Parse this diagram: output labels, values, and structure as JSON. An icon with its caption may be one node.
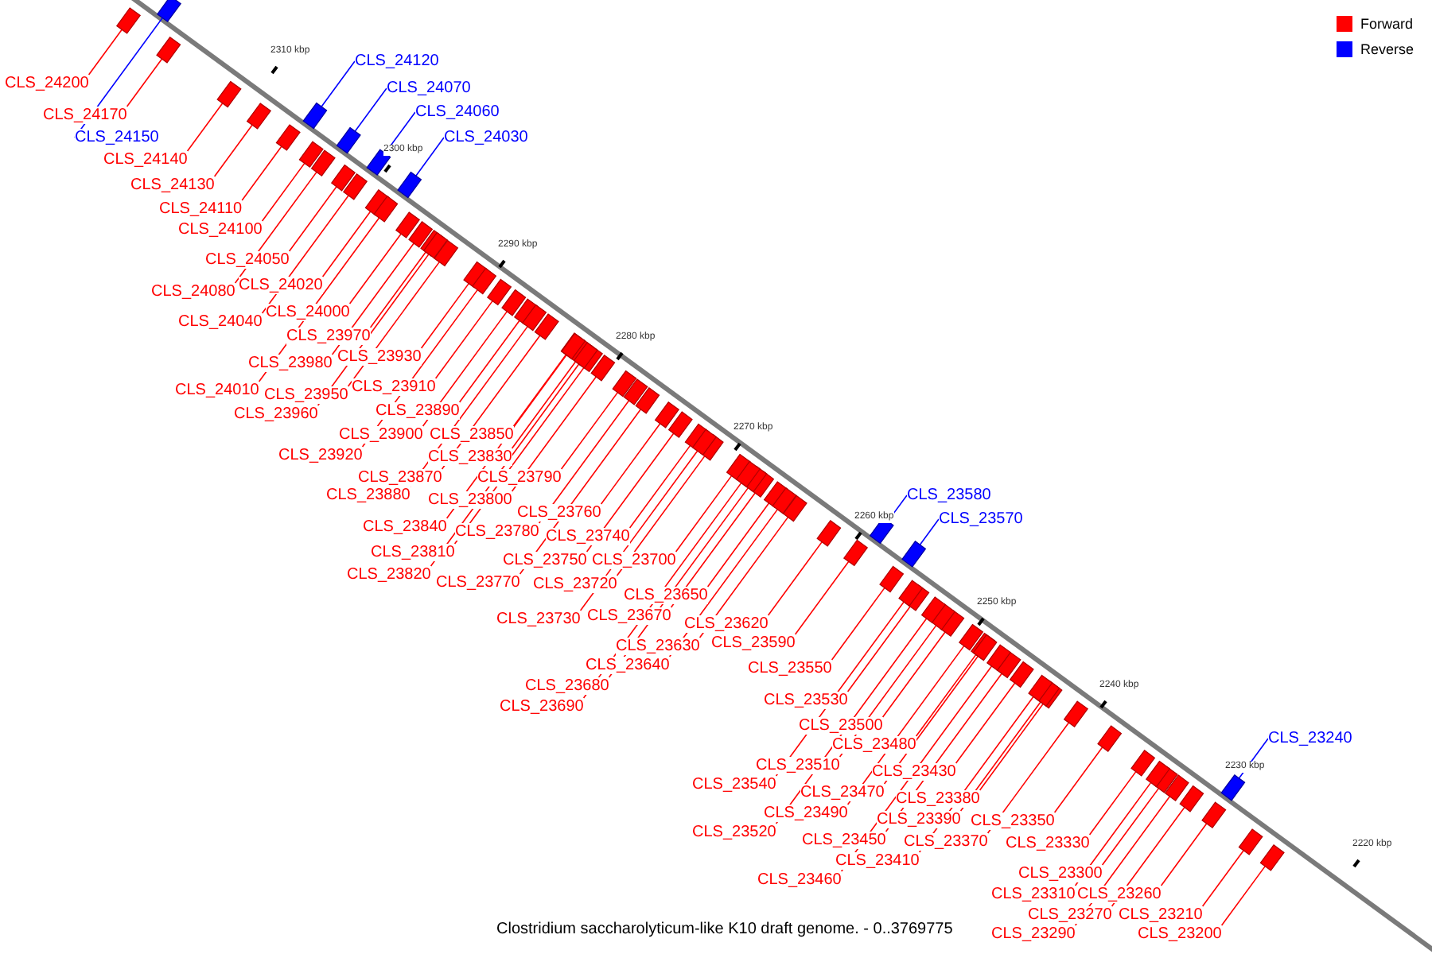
{
  "diagram": {
    "caption": "Clostridium saccharolyticum-like K10 draft genome. - 0..3769775",
    "nodes": [
      {
        "text": [
          "CLS_24120"
        ]
      },
      {
        "text": [
          "CLS_24200"
        ]
      },
      {
        "text": [
          "CLS_24070"
        ]
      },
      {
        "text": [
          "CLS_24060"
        ]
      },
      {
        "text": [
          "CLS_24170"
        ]
      },
      {
        "text": [
          "CLS_24150"
        ]
      },
      {
        "text": [
          "CLS_24030"
        ]
      },
      {
        "text": [
          "CLS_24140"
        ]
      },
      {
        "text": [
          "CLS_24130"
        ]
      },
      {
        "text": [
          "CLS_24110"
        ]
      },
      {
        "text": [
          "CLS_24100"
        ]
      },
      {
        "text": [
          "CLS_24050"
        ]
      },
      {
        "text": [
          "CLS_24020"
        ]
      },
      {
        "text": [
          "CLS_24080"
        ]
      },
      {
        "text": [
          "CLS_24000"
        ]
      },
      {
        "text": [
          "CLS_24040"
        ]
      },
      {
        "text": [
          "CLS_23970"
        ]
      },
      {
        "text": [
          "CLS_23930"
        ]
      },
      {
        "text": [
          "CLS_23980"
        ]
      },
      {
        "text": [
          "CLS_23910"
        ]
      },
      {
        "text": [
          "CLS_24010"
        ]
      },
      {
        "text": [
          "CLS_23950"
        ]
      },
      {
        "text": [
          "CLS_23890"
        ]
      },
      {
        "text": [
          "CLS_23960"
        ]
      },
      {
        "text": [
          "CLS_23900"
        ]
      },
      {
        "text": [
          "CLS_23850"
        ]
      },
      {
        "text": [
          "CLS_23920"
        ]
      },
      {
        "text": [
          "CLS_23830"
        ]
      },
      {
        "text": [
          "CLS_23870"
        ]
      },
      {
        "text": [
          "CLS_23790"
        ]
      },
      {
        "text": [
          "CLS_23880"
        ]
      },
      {
        "text": [
          "CLS_23580"
        ]
      },
      {
        "text": [
          "CLS_23800"
        ]
      },
      {
        "text": [
          "CLS_23760"
        ]
      },
      {
        "text": [
          "CLS_23570"
        ]
      },
      {
        "text": [
          "CLS_23840"
        ]
      },
      {
        "text": [
          "CLS_23780"
        ]
      },
      {
        "text": [
          "CLS_23740"
        ]
      },
      {
        "text": [
          "CLS_23810"
        ]
      },
      {
        "text": [
          "CLS_23750"
        ]
      },
      {
        "text": [
          "CLS_23700"
        ]
      },
      {
        "text": [
          "CLS_23820"
        ]
      },
      {
        "text": [
          "CLS_23770"
        ]
      },
      {
        "text": [
          "CLS_23720"
        ]
      },
      {
        "text": [
          "CLS_23650"
        ]
      },
      {
        "text": [
          "CLS_23670"
        ]
      },
      {
        "text": [
          "CLS_23730"
        ]
      },
      {
        "text": [
          "CLS_23620"
        ]
      },
      {
        "text": [
          "CLS_23590"
        ]
      },
      {
        "text": [
          "CLS_23630"
        ]
      },
      {
        "text": [
          "CLS_23640"
        ]
      },
      {
        "text": [
          "CLS_23550"
        ]
      },
      {
        "text": [
          "CLS_23680"
        ]
      },
      {
        "text": [
          "CLS_23530"
        ]
      },
      {
        "text": [
          "CLS_23690"
        ]
      },
      {
        "text": [
          "CLS_23500"
        ]
      },
      {
        "text": [
          "CLS_23240"
        ]
      },
      {
        "text": [
          "CLS_23480"
        ]
      },
      {
        "text": [
          "CLS_23510"
        ]
      },
      {
        "text": [
          "CLS_23430"
        ]
      },
      {
        "text": [
          "CLS_23540"
        ]
      },
      {
        "text": [
          "CLS_23470"
        ]
      },
      {
        "text": [
          "CLS_23380"
        ]
      },
      {
        "text": [
          "CLS_23490"
        ]
      },
      {
        "text": [
          "CLS_23390"
        ]
      },
      {
        "text": [
          "CLS_23350"
        ]
      },
      {
        "text": [
          "CLS_23520"
        ]
      },
      {
        "text": [
          "CLS_23450"
        ]
      },
      {
        "text": [
          "CLS_23370"
        ]
      },
      {
        "text": [
          "CLS_23330"
        ]
      },
      {
        "text": [
          "CLS_23410"
        ]
      },
      {
        "text": [
          "CLS_23300"
        ]
      },
      {
        "text": [
          "CLS_23460"
        ]
      },
      {
        "text": [
          "CLS_23310"
        ]
      },
      {
        "text": [
          "CLS_23260"
        ]
      },
      {
        "text": [
          "CLS_23270"
        ]
      },
      {
        "text": [
          "CLS_23210"
        ]
      },
      {
        "text": [
          "CLS_23290"
        ]
      },
      {
        "text": [
          "CLS_23200"
        ]
      },
      {
        "text": [],
        "shape": "box"
      },
      {
        "text": [],
        "shape": "box"
      },
      {
        "text": [],
        "shape": "box"
      },
      {
        "text": [],
        "shape": "box"
      },
      {
        "text": [],
        "shape": "box"
      },
      {
        "text": [],
        "shape": "box"
      },
      {
        "text": [],
        "shape": "box"
      },
      {
        "text": [],
        "shape": "box"
      },
      {
        "text": [],
        "shape": "box"
      },
      {
        "text": [],
        "shape": "box"
      },
      {
        "text": [],
        "shape": "box"
      },
      {
        "text": [],
        "shape": "box"
      },
      {
        "text": [],
        "shape": "box"
      },
      {
        "text": [],
        "shape": "box"
      },
      {
        "text": [],
        "shape": "box"
      },
      {
        "text": [],
        "shape": "box"
      },
      {
        "text": [],
        "shape": "box"
      },
      {
        "text": [],
        "shape": "box"
      },
      {
        "text": [],
        "shape": "box"
      },
      {
        "text": [],
        "shape": "box"
      },
      {
        "text": [],
        "shape": "box"
      },
      {
        "text": [],
        "shape": "box"
      },
      {
        "text": [],
        "shape": "box"
      },
      {
        "text": [],
        "shape": "box"
      },
      {
        "text": [],
        "shape": "box"
      },
      {
        "text": [],
        "shape": "box"
      },
      {
        "text": [],
        "shape": "box"
      },
      {
        "text": [],
        "shape": "box"
      },
      {
        "text": [],
        "shape": "box"
      },
      {
        "text": [],
        "shape": "box"
      },
      {
        "text": [],
        "shape": "box"
      },
      {
        "text": [],
        "shape": "box"
      },
      {
        "text": [],
        "shape": "box"
      },
      {
        "text": [],
        "shape": "box"
      },
      {
        "text": [],
        "shape": "box"
      },
      {
        "text": [],
        "shape": "box"
      },
      {
        "text": [],
        "shape": "box"
      },
      {
        "text": [],
        "shape": "box"
      },
      {
        "text": [],
        "shape": "box"
      },
      {
        "text": [],
        "shape": "box"
      },
      {
        "text": [],
        "shape": "box"
      },
      {
        "text": [],
        "shape": "box"
      },
      {
        "text": [],
        "shape": "box"
      },
      {
        "text": [],
        "shape": "box"
      },
      {
        "text": [],
        "shape": "box"
      },
      {
        "text": [],
        "shape": "box"
      },
      {
        "text": [],
        "shape": "box"
      },
      {
        "text": [],
        "shape": "box"
      },
      {
        "text": [],
        "shape": "box"
      },
      {
        "text": [],
        "shape": "box"
      },
      {
        "text": [],
        "shape": "box"
      },
      {
        "text": [],
        "shape": "box"
      },
      {
        "text": [],
        "shape": "box"
      },
      {
        "text": [],
        "shape": "box"
      },
      {
        "text": [],
        "shape": "box"
      },
      {
        "text": [],
        "shape": "box"
      },
      {
        "text": [],
        "shape": "box"
      },
      {
        "text": [],
        "shape": "box"
      },
      {
        "text": [],
        "shape": "box"
      },
      {
        "text": [],
        "shape": "box"
      },
      {
        "text": [],
        "shape": "box"
      },
      {
        "text": [],
        "shape": "box"
      },
      {
        "text": [],
        "shape": "box"
      },
      {
        "text": [],
        "shape": "box"
      },
      {
        "text": [],
        "shape": "box"
      },
      {
        "text": [],
        "shape": "box"
      },
      {
        "text": [],
        "shape": "box"
      },
      {
        "text": [],
        "shape": "box"
      },
      {
        "text": [],
        "shape": "box"
      },
      {
        "text": [],
        "shape": "box"
      },
      {
        "text": [],
        "shape": "box"
      },
      {
        "text": [],
        "shape": "box"
      },
      {
        "text": [],
        "shape": "box"
      },
      {
        "text": [],
        "shape": "box"
      },
      {
        "text": [],
        "shape": "box"
      },
      {
        "text": [],
        "shape": "box"
      },
      {
        "text": [],
        "shape": "box"
      },
      {
        "text": [],
        "shape": "box"
      },
      {
        "text": [],
        "shape": "box"
      }
    ],
    "edges": [
      {
        "from": 0,
        "to": 79,
        "arrow": "none",
        "color": "#0000ff"
      },
      {
        "from": 1,
        "to": 80,
        "arrow": "none"
      },
      {
        "from": 2,
        "to": 81,
        "arrow": "none",
        "color": "#0000ff"
      },
      {
        "from": 3,
        "to": 82,
        "arrow": "none",
        "color": "#0000ff"
      },
      {
        "from": 4,
        "to": 83,
        "arrow": "none"
      },
      {
        "from": 5,
        "to": 84,
        "arrow": "none",
        "color": "#0000ff"
      },
      {
        "from": 6,
        "to": 85,
        "arrow": "none",
        "color": "#0000ff"
      },
      {
        "from": 7,
        "to": 86,
        "arrow": "none"
      },
      {
        "from": 8,
        "to": 87,
        "arrow": "none"
      },
      {
        "from": 9,
        "to": 88,
        "arrow": "none"
      },
      {
        "from": 10,
        "to": 89,
        "arrow": "none"
      },
      {
        "from": 11,
        "to": 90,
        "arrow": "none"
      },
      {
        "from": 12,
        "to": 91,
        "arrow": "none"
      },
      {
        "from": 13,
        "to": 92,
        "arrow": "none"
      },
      {
        "from": 14,
        "to": 93,
        "arrow": "none"
      },
      {
        "from": 15,
        "to": 94,
        "arrow": "none"
      },
      {
        "from": 16,
        "to": 95,
        "arrow": "none"
      },
      {
        "from": 17,
        "to": 96,
        "arrow": "none"
      },
      {
        "from": 18,
        "to": 97,
        "arrow": "none"
      },
      {
        "from": 19,
        "to": 98,
        "arrow": "none"
      },
      {
        "from": 20,
        "to": 99,
        "arrow": "none"
      },
      {
        "from": 21,
        "to": 100,
        "arrow": "none"
      },
      {
        "from": 22,
        "to": 101,
        "arrow": "none"
      },
      {
        "from": 23,
        "to": 102,
        "arrow": "none"
      },
      {
        "from": 24,
        "to": 103,
        "arrow": "none"
      },
      {
        "from": 25,
        "to": 104,
        "arrow": "none"
      },
      {
        "from": 26,
        "to": 105,
        "arrow": "none"
      },
      {
        "from": 27,
        "to": 106,
        "arrow": "none"
      },
      {
        "from": 28,
        "to": 107,
        "arrow": "none"
      },
      {
        "from": 29,
        "to": 108,
        "arrow": "none"
      },
      {
        "from": 30,
        "to": 109,
        "arrow": "none"
      },
      {
        "from": 31,
        "to": 110,
        "arrow": "none",
        "color": "#0000ff"
      },
      {
        "from": 32,
        "to": 111,
        "arrow": "none"
      },
      {
        "from": 33,
        "to": 112,
        "arrow": "none"
      },
      {
        "from": 34,
        "to": 113,
        "arrow": "none",
        "color": "#0000ff"
      },
      {
        "from": 35,
        "to": 114,
        "arrow": "none"
      },
      {
        "from": 36,
        "to": 115,
        "arrow": "none"
      },
      {
        "from": 37,
        "to": 116,
        "arrow": "none"
      },
      {
        "from": 38,
        "to": 117,
        "arrow": "none"
      },
      {
        "from": 39,
        "to": 118,
        "arrow": "none"
      },
      {
        "from": 40,
        "to": 119,
        "arrow": "none"
      },
      {
        "from": 41,
        "to": 120,
        "arrow": "none"
      },
      {
        "from": 42,
        "to": 121,
        "arrow": "none"
      },
      {
        "from": 43,
        "to": 122,
        "arrow": "none"
      },
      {
        "from": 44,
        "to": 123,
        "arrow": "none"
      },
      {
        "from": 45,
        "to": 124,
        "arrow": "none"
      },
      {
        "from": 46,
        "to": 125,
        "arrow": "none"
      },
      {
        "from": 47,
        "to": 126,
        "arrow": "none"
      },
      {
        "from": 48,
        "to": 127,
        "arrow": "none"
      },
      {
        "from": 49,
        "to": 128,
        "arrow": "none"
      },
      {
        "from": 50,
        "to": 129,
        "arrow": "none"
      },
      {
        "from": 51,
        "to": 130,
        "arrow": "none"
      },
      {
        "from": 52,
        "to": 131,
        "arrow": "none"
      },
      {
        "from": 53,
        "to": 132,
        "arrow": "none"
      },
      {
        "from": 54,
        "to": 133,
        "arrow": "none"
      },
      {
        "from": 55,
        "to": 134,
        "arrow": "none"
      },
      {
        "from": 56,
        "to": 135,
        "arrow": "none",
        "color": "#0000ff"
      },
      {
        "from": 57,
        "to": 136,
        "arrow": "none"
      },
      {
        "from": 58,
        "to": 137,
        "arrow": "none"
      },
      {
        "from": 59,
        "to": 138,
        "arrow": "none"
      },
      {
        "from": 60,
        "to": 139,
        "arrow": "none"
      },
      {
        "from": 61,
        "to": 140,
        "arrow": "none"
      },
      {
        "from": 62,
        "to": 141,
        "arrow": "none"
      },
      {
        "from": 63,
        "to": 142,
        "arrow": "none"
      },
      {
        "from": 64,
        "to": 143,
        "arrow": "none"
      },
      {
        "from": 65,
        "to": 144,
        "arrow": "none"
      },
      {
        "from": 66,
        "to": 145,
        "arrow": "none"
      },
      {
        "from": 67,
        "to": 146,
        "arrow": "none"
      },
      {
        "from": 68,
        "to": 147,
        "arrow": "none"
      },
      {
        "from": 69,
        "to": 148,
        "arrow": "none"
      },
      {
        "from": 70,
        "to": 149,
        "arrow": "none"
      },
      {
        "from": 71,
        "to": 150,
        "arrow": "none"
      },
      {
        "from": 72,
        "to": 151,
        "arrow": "none"
      },
      {
        "from": 73,
        "to": 152,
        "arrow": "none"
      },
      {
        "from": 74,
        "to": 153,
        "arrow": "none"
      },
      {
        "from": 75,
        "to": 154,
        "arrow": "none"
      },
      {
        "from": 76,
        "to": 155,
        "arrow": "none"
      },
      {
        "from": 77,
        "to": 156,
        "arrow": "none"
      },
      {
        "from": 78,
        "to": 157,
        "arrow": "none"
      }
    ],
    "labels": [
      "2310 kbp",
      "2300 kbp",
      "2290 kbp",
      "2280 kbp",
      "2270 kbp",
      "2260 kbp",
      "2250 kbp",
      "2240 kbp",
      "2230 kbp",
      "2220 kbp"
    ],
    "legend": [
      {
        "text": "Forward",
        "color": "#ff0000"
      },
      {
        "text": "Reverse",
        "color": "#0000ff"
      }
    ]
  }
}
